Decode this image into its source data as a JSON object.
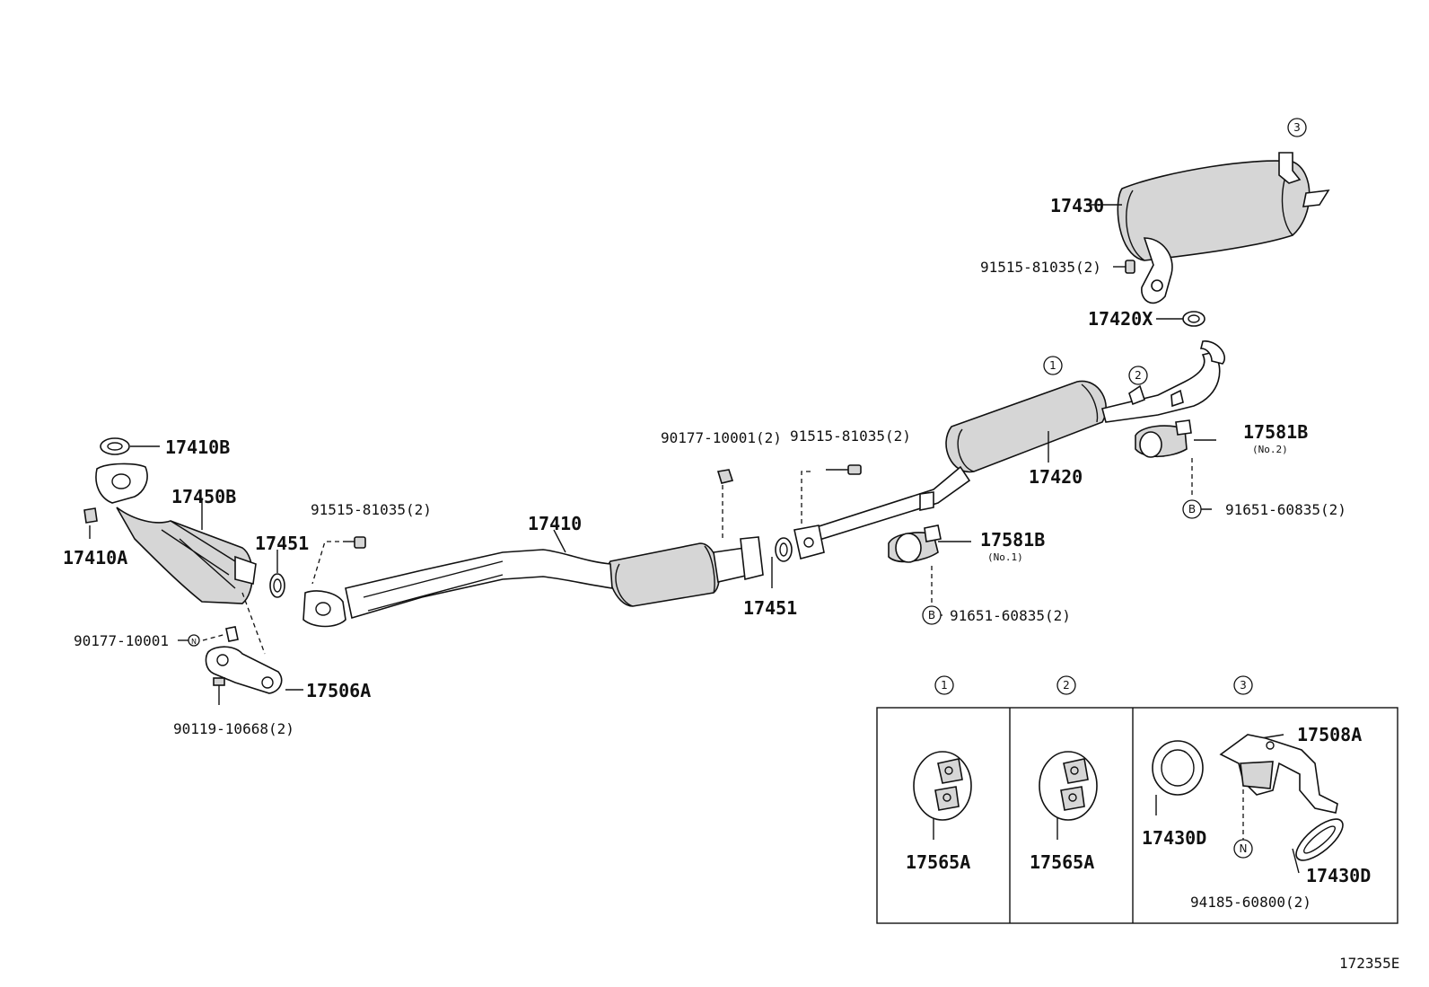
{
  "figure_code": "172355E",
  "callouts": {
    "c1": "1",
    "c2": "2",
    "c3": "3",
    "b": "B",
    "n": "N"
  },
  "parts": {
    "p17430": "17430",
    "p91515_top": "91515-81035(2)",
    "p17420X": "17420X",
    "p17581B_no2": "17581B",
    "no2": "(No.2)",
    "p91651_right": "91651-60835(2)",
    "p17420": "17420",
    "p90177_mid": "90177-10001(2)",
    "p91515_mid": "91515-81035(2)",
    "p17581B_no1": "17581B",
    "no1": "(No.1)",
    "p91651_mid": "91651-60835(2)",
    "p17410": "17410",
    "p17451_right": "17451",
    "p17410B": "17410B",
    "p17450B": "17450B",
    "p17410A": "17410A",
    "p17451_left": "17451",
    "p91515_left": "91515-81035(2)",
    "p90177_left": "90177-10001",
    "p17506A": "17506A",
    "p90119": "90119-10668(2)",
    "p17565A_1": "17565A",
    "p17565A_2": "17565A",
    "p17508A": "17508A",
    "p17430D_left": "17430D",
    "p17430D_right": "17430D",
    "p94185": "94185-60800(2)"
  }
}
